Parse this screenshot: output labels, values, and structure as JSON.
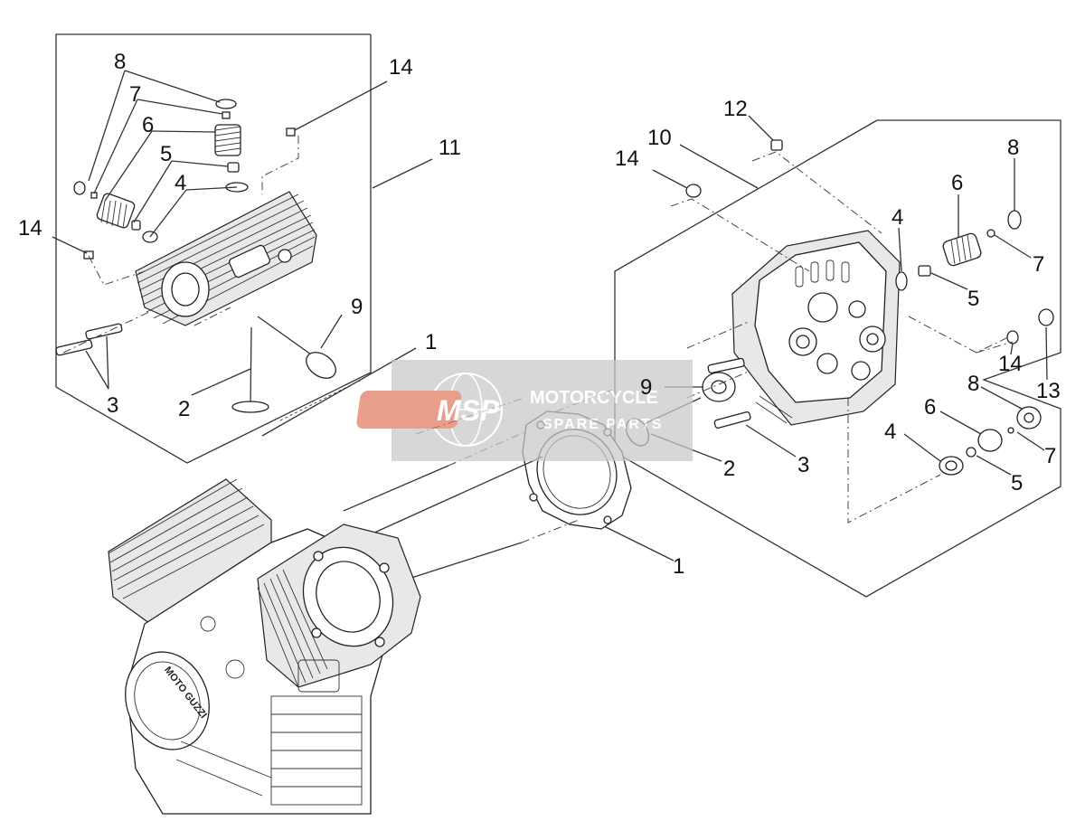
{
  "diagram": {
    "callouts": {
      "l8": "8",
      "l7": "7",
      "l6": "6",
      "l5": "5",
      "l4": "4",
      "l14a": "14",
      "l14b": "14",
      "l11": "11",
      "l9": "9",
      "l1a": "1",
      "l2": "2",
      "l3": "3",
      "r12": "12",
      "r10": "10",
      "r14a": "14",
      "r4a": "4",
      "r6a": "6",
      "r8a": "8",
      "r7a": "7",
      "r5a": "5",
      "r14b": "14",
      "r13": "13",
      "r9": "9",
      "r2": "2",
      "r3": "3",
      "r8b": "8",
      "r6b": "6",
      "r4b": "4",
      "r7b": "7",
      "r5b": "5",
      "r1": "1"
    },
    "engine_cover_text": "MOTO GUZZI"
  },
  "watermark": {
    "logo": "MSP",
    "line1": "MOTORCYCLE",
    "line2": "SPARE PARTS",
    "colors": {
      "panel": "#c9c9c9",
      "logo": "#e07a5f",
      "text": "#ffffff"
    }
  }
}
